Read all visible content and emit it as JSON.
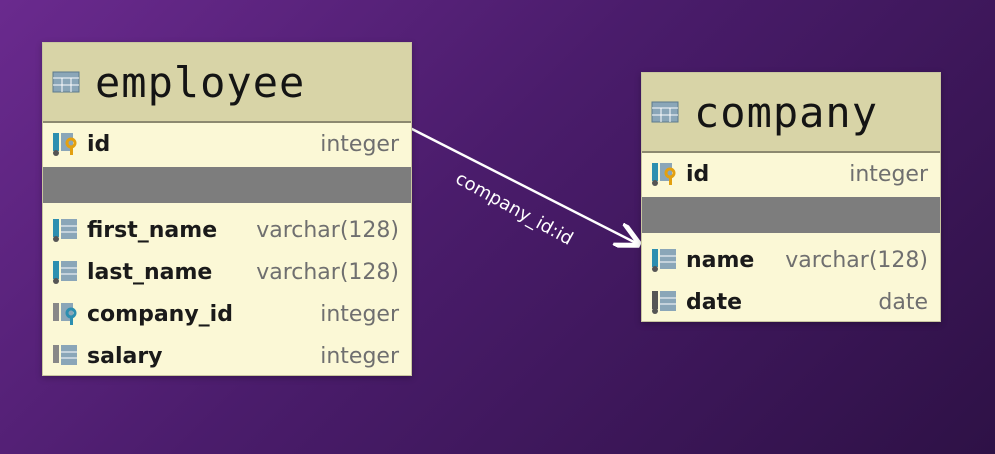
{
  "tables": [
    {
      "name": "employee",
      "pk": {
        "name": "id",
        "type": "integer"
      },
      "columns": [
        {
          "name": "first_name",
          "type": "varchar(128)"
        },
        {
          "name": "last_name",
          "type": "varchar(128)"
        },
        {
          "name": "company_id",
          "type": "integer"
        },
        {
          "name": "salary",
          "type": "integer"
        }
      ]
    },
    {
      "name": "company",
      "pk": {
        "name": "id",
        "type": "integer"
      },
      "columns": [
        {
          "name": "name",
          "type": "varchar(128)"
        },
        {
          "name": "date",
          "type": "date"
        }
      ]
    }
  ],
  "relation": {
    "label": "company_id:id"
  },
  "colors": {
    "header": "#d8d4a7",
    "body": "#fbf8d6",
    "separator": "#7d7d7d"
  }
}
